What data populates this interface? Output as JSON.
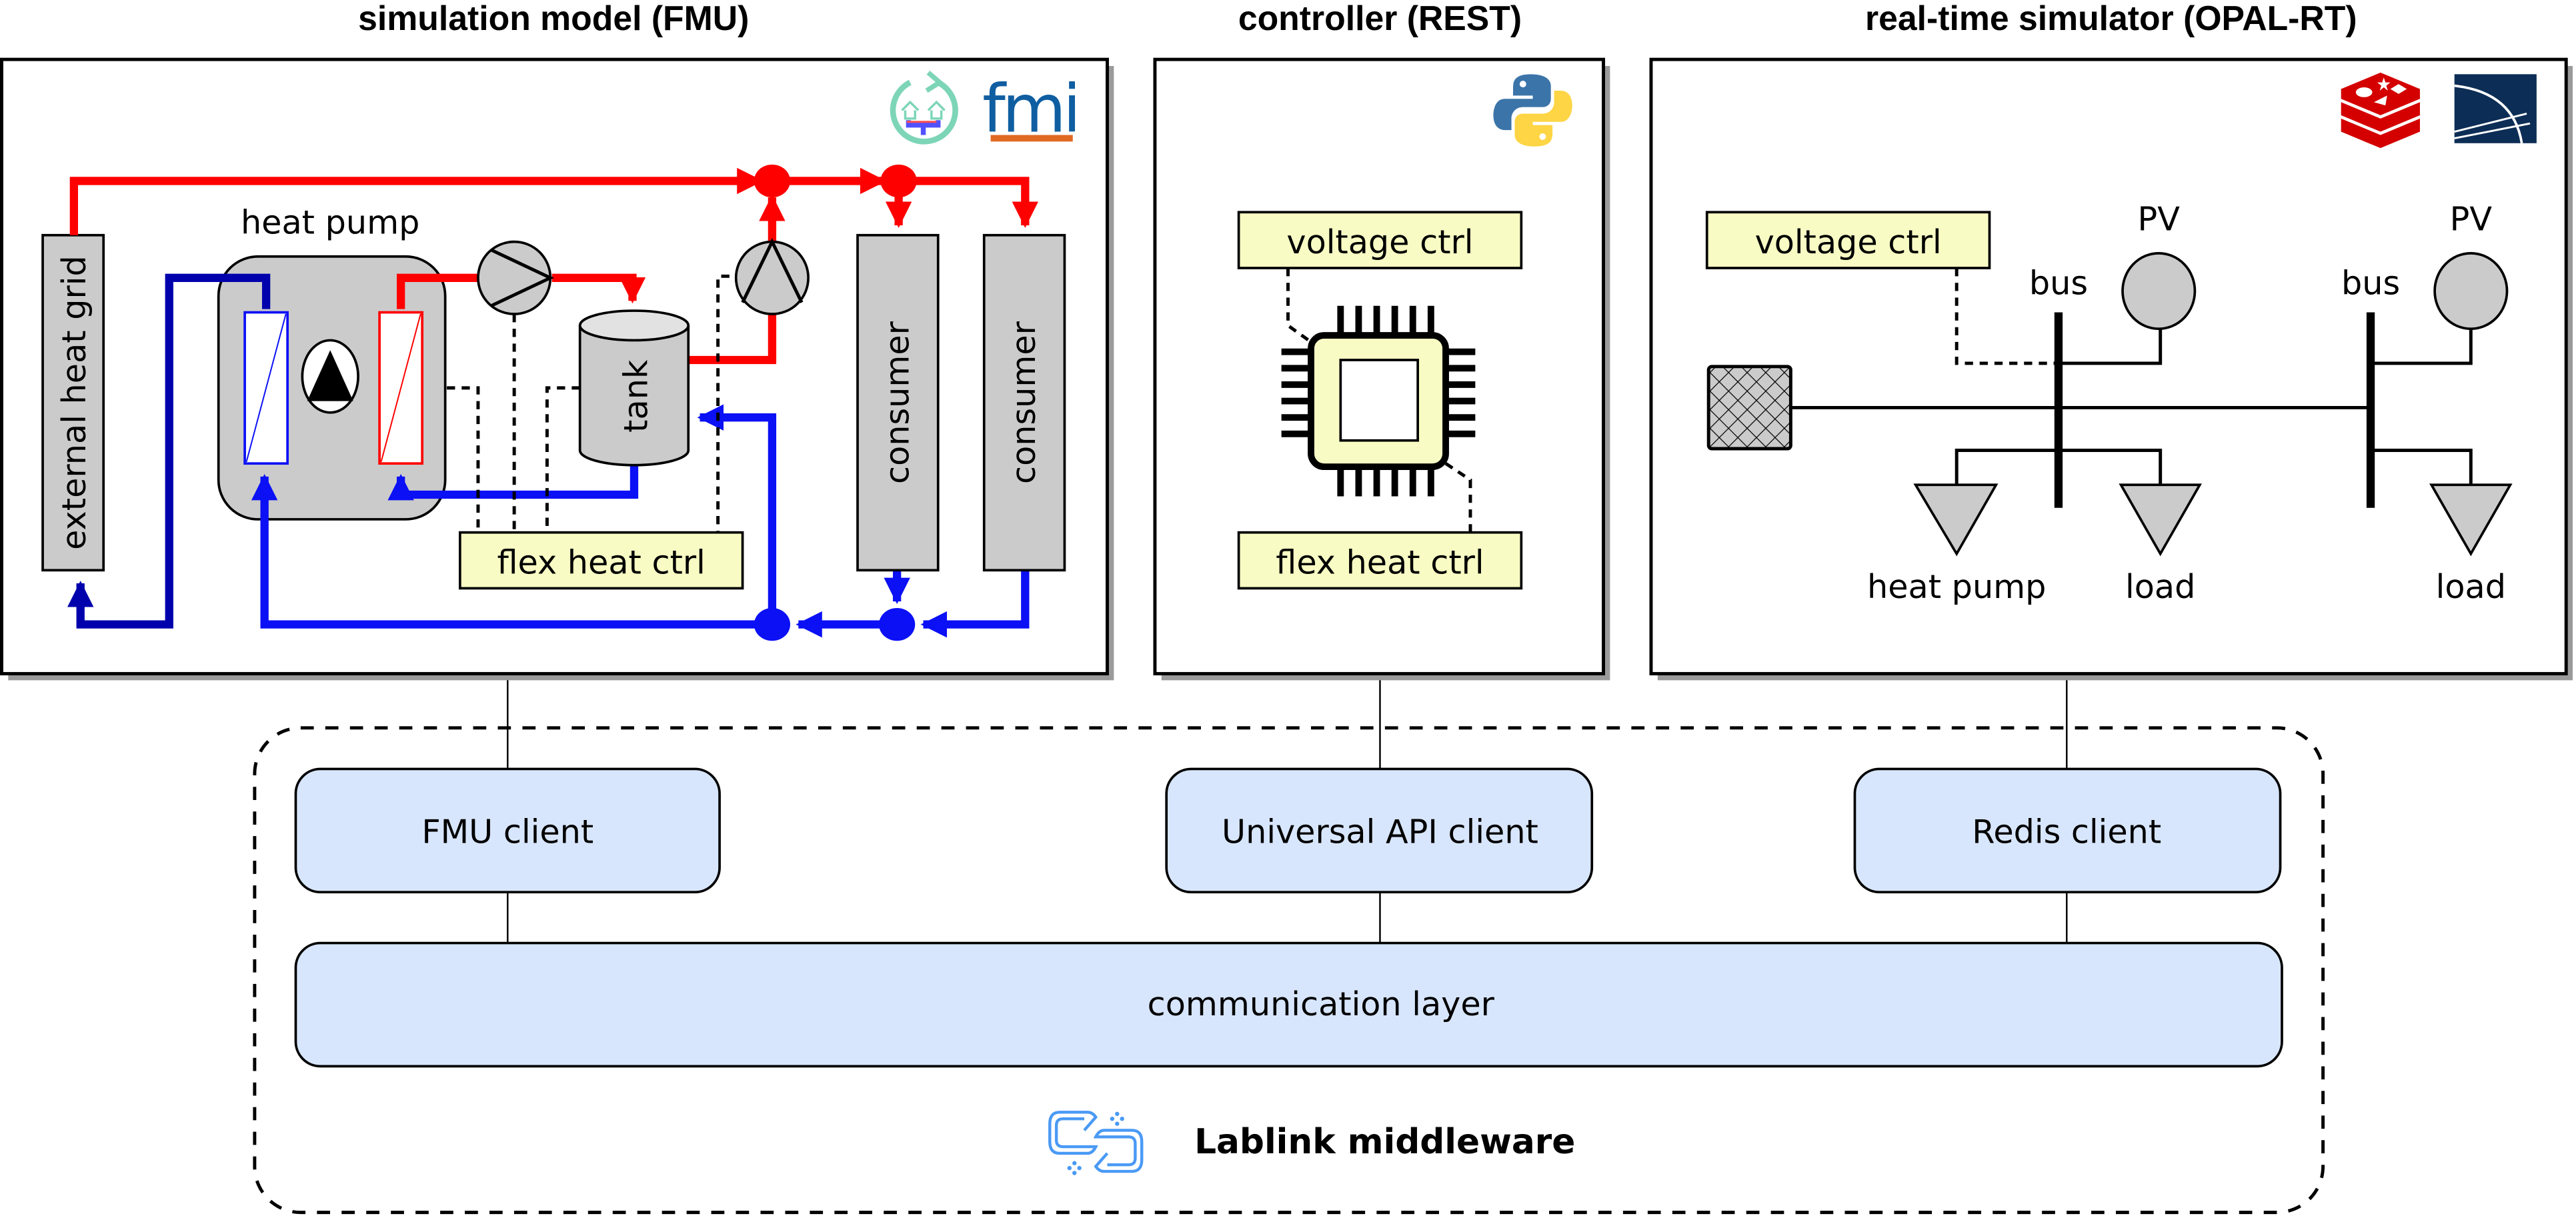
{
  "titles": {
    "simulation": "simulation model (FMU)",
    "controller": "controller (REST)",
    "realtime": "real-time simulator (OPAL-RT)"
  },
  "simulation_panel": {
    "external_heat_grid": "external heat grid",
    "heat_pump": "heat pump",
    "tank": "tank",
    "consumers": [
      "consumer",
      "consumer"
    ],
    "controller_box": "flex heat ctrl",
    "logos": [
      "modelica-district-heating-icon",
      "fmi-logo"
    ]
  },
  "controller_panel": {
    "voltage_ctrl": "voltage ctrl",
    "flex_heat_ctrl": "flex heat ctrl",
    "logos": [
      "python-logo"
    ],
    "chip_icon": "cpu-chip-icon"
  },
  "realtime_panel": {
    "voltage_ctrl": "voltage ctrl",
    "buses": [
      "bus",
      "bus"
    ],
    "pv": [
      "PV",
      "PV"
    ],
    "loads": [
      "heat pump",
      "load",
      "load"
    ],
    "logos": [
      "redis-logo",
      "opal-rt-logo"
    ],
    "grid_icon": "external-grid-icon"
  },
  "middleware": {
    "clients": [
      "FMU client",
      "Universal API client",
      "Redis client"
    ],
    "communication_layer": "communication layer",
    "name": "Lablink middleware",
    "icon": "chain-link-icon"
  },
  "colors": {
    "hot_pipe": "#ff0000",
    "cold_pipe": "#0b10f5",
    "cold_pipe_dark": "#0000ad",
    "component_gray": "#cbcbcb",
    "controller_yellow": "#f8fcc4",
    "client_blue": "#d8e6fd",
    "lablink_blue": "#4a9af5"
  }
}
